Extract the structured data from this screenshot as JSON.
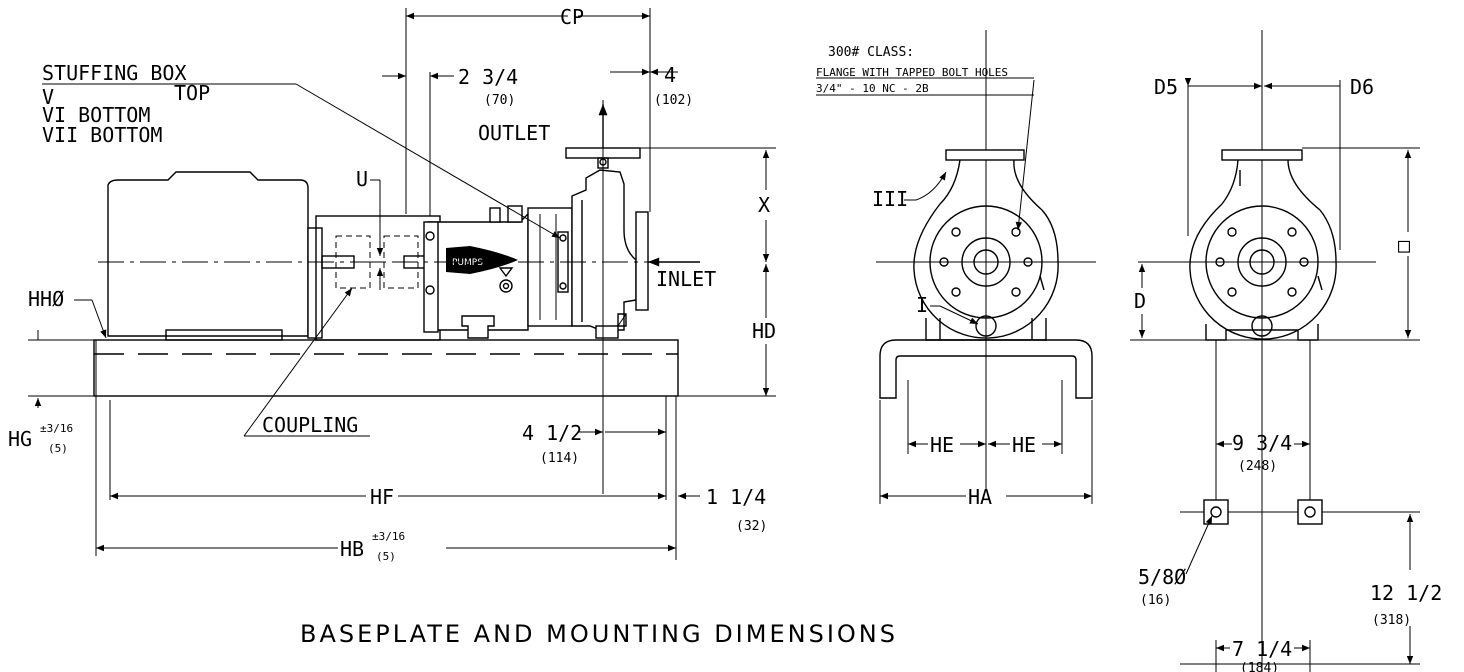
{
  "labels": {
    "cp": "CP",
    "dim_2_3_4": "2 3/4",
    "dim_2_3_4_mm": "(70)",
    "dim_4": "4",
    "dim_4_mm": "(102)",
    "outlet": "OUTLET",
    "inlet": "INLET",
    "stuffing_box": "STUFFING BOX",
    "sb_v": "V",
    "sb_v_pos": "TOP",
    "sb_vi": "VI BOTTOM",
    "sb_vii": "VII BOTTOM",
    "u": "U",
    "x": "X",
    "hh": "HHØ",
    "hd": "HD",
    "hg": "HG",
    "hg_tol": "±3/16",
    "hg_mm": "(5)",
    "coupling": "COUPLING",
    "pumps": "PUMPS",
    "dim_4_1_2": "4 1/2",
    "dim_4_1_2_mm": "(114)",
    "hf": "HF",
    "dim_1_1_4": "1 1/4",
    "dim_1_1_4_mm": "(32)",
    "hb": "HB",
    "hb_tol": "±3/16",
    "hb_mm": "(5)",
    "class_300": "300# CLASS:",
    "flange_note": "FLANGE WITH TAPPED BOLT HOLES",
    "thread_note": "3/4\" - 10 NC - 2B",
    "iii": "III",
    "i": "I",
    "he_left": "HE",
    "he_right": "HE",
    "ha": "HA",
    "d5": "D5",
    "d6": "D6",
    "d_right": "□",
    "d_left": "D",
    "dim_9_3_4": "9 3/4",
    "dim_9_3_4_mm": "(248)",
    "bolt_dia": "5/8Ø",
    "bolt_dia_mm": "(16)",
    "dim_12_1_2": "12 1/2",
    "dim_12_1_2_mm": "(318)",
    "dim_7_1_4": "7 1/4",
    "dim_7_1_4_mm": "(184)"
  },
  "title": "BASEPLATE AND MOUNTING DIMENSIONS"
}
